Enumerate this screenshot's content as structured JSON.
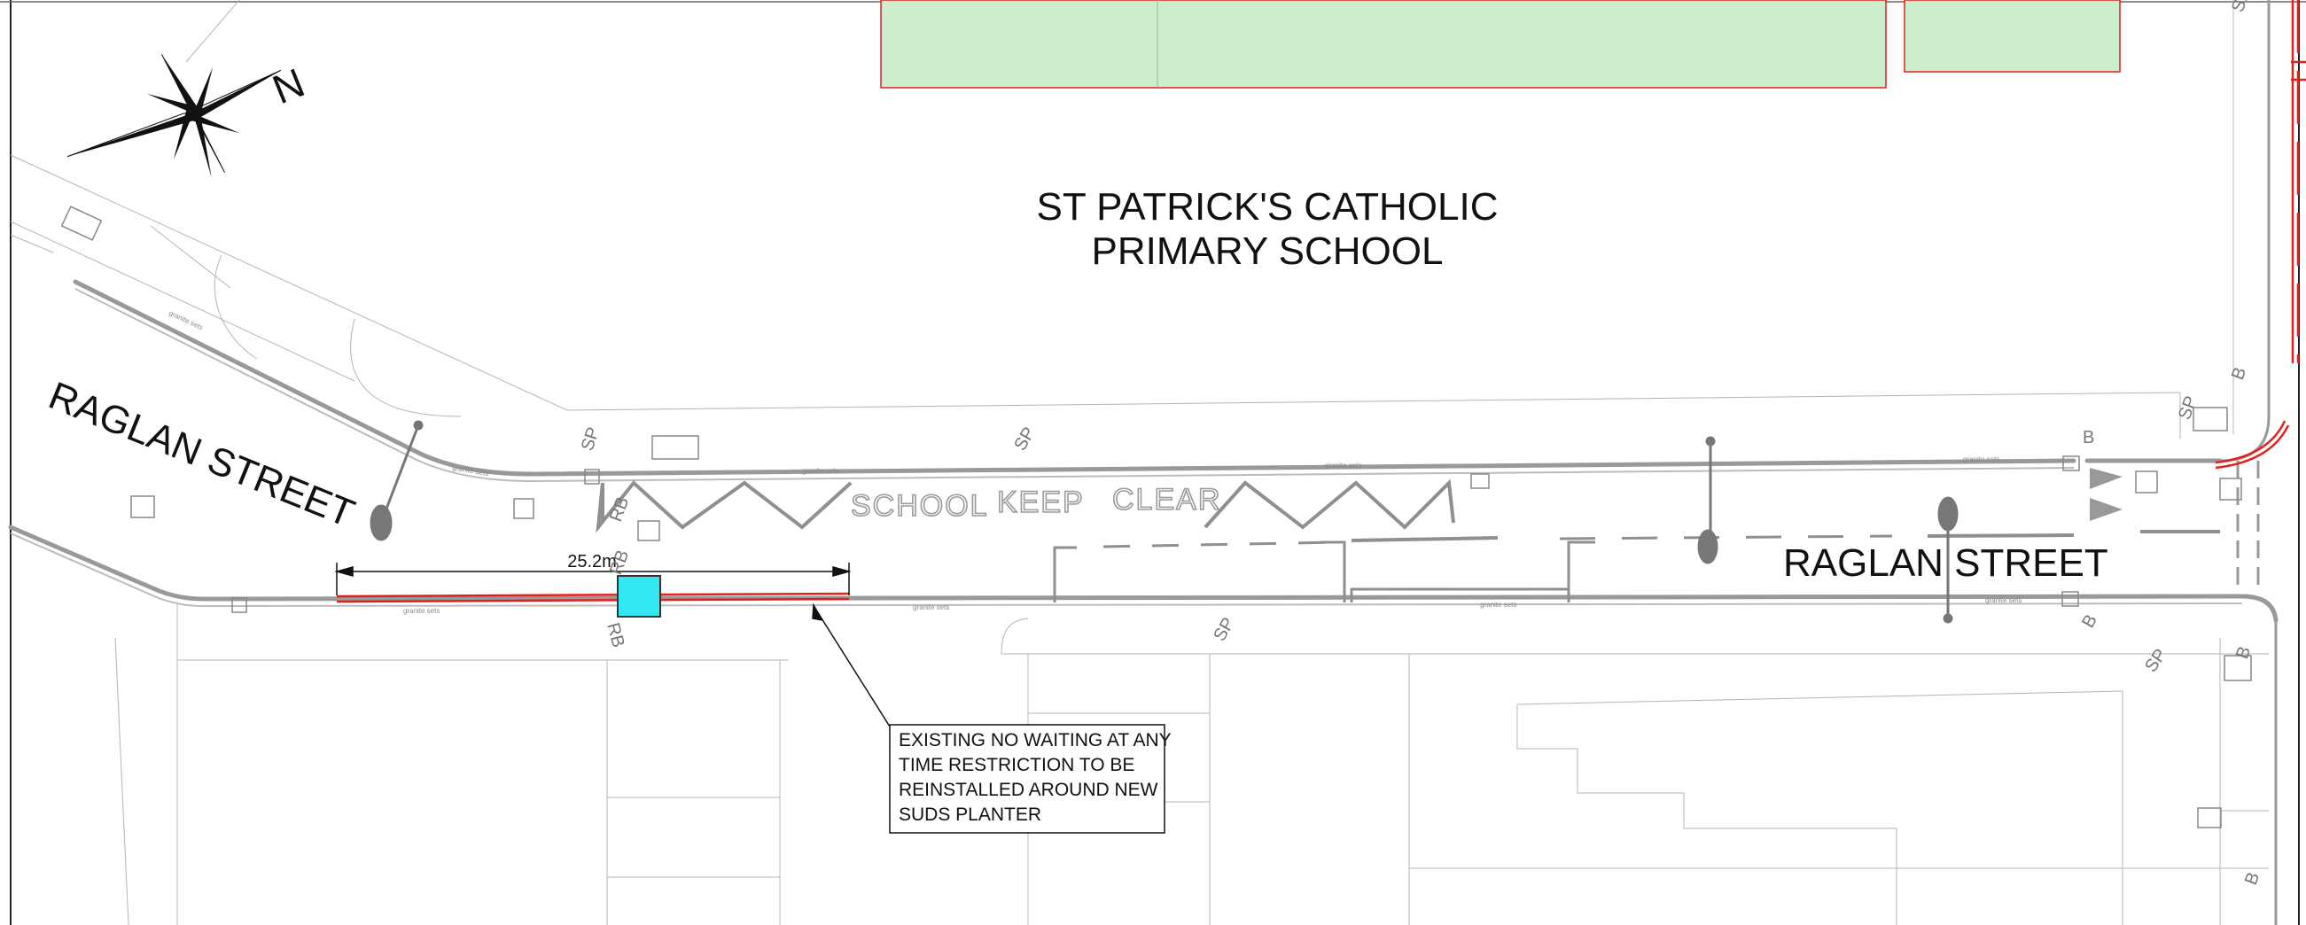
{
  "plan": {
    "school_name_line1": "ST PATRICK'S CATHOLIC",
    "school_name_line2": "PRIMARY SCHOOL",
    "street_label_west": "RAGLAN STREET",
    "street_label_east": "RAGLAN STREET",
    "north_label": "N",
    "dimension_label": "25.2m",
    "school_keep_clear": [
      "SCHOOL",
      "KEEP",
      "CLEAR"
    ],
    "note_lines": [
      "EXISTING NO WAITING AT ANY",
      "TIME RESTRICTION TO BE",
      "REINSTALLED AROUND NEW",
      "SUDS PLANTER"
    ],
    "asset_labels": {
      "sp": "SP",
      "rb": "RB",
      "b": "B"
    },
    "surface_label": "granite sets"
  },
  "colors": {
    "line": "#8c8c8c",
    "kerb": "#9a9a9a",
    "restriction_red": "#e0201c",
    "school_field": "#cdeecd",
    "planter": "#33e8f0",
    "text": "#111111"
  },
  "icons": {
    "north_arrow": "compass-rose-icon"
  }
}
